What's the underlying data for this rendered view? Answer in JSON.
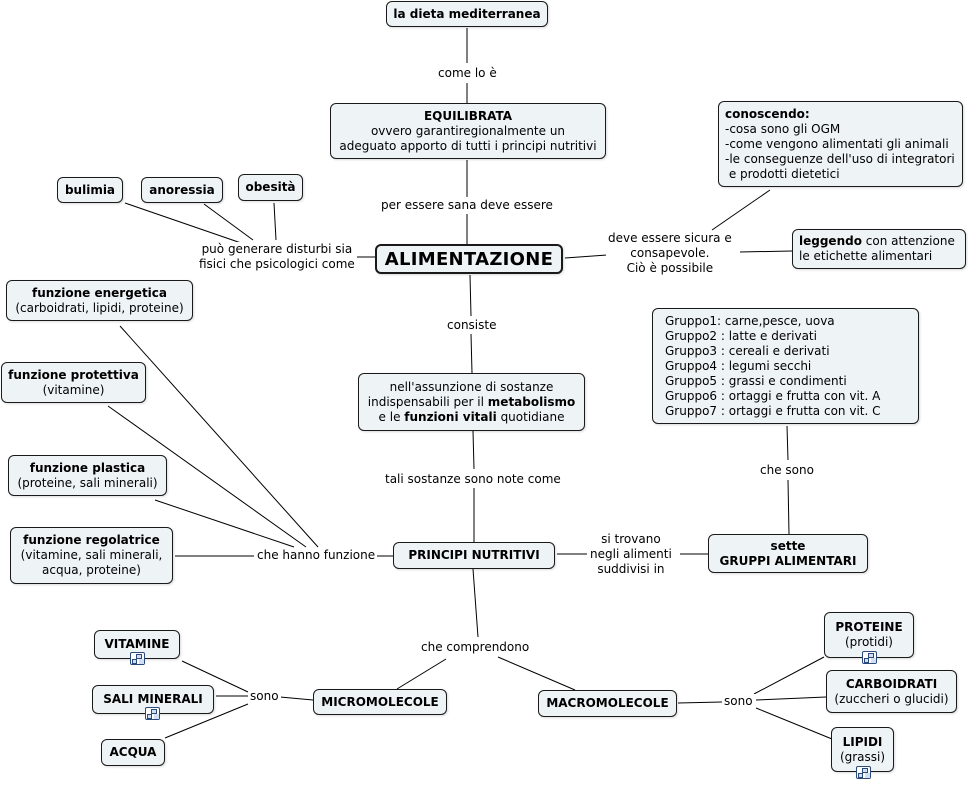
{
  "nodes": {
    "dieta": "la dieta mediterranea",
    "equilibrata_title": "EQUILIBRATA",
    "equilibrata_l1": "ovvero garantiregionalmente un",
    "equilibrata_l2": "adeguato apporto di tutti i principi nutritivi",
    "bulimia": "bulimia",
    "anoressia": "anoressia",
    "obesita": "obesità",
    "alimentazione": "ALIMENTAZIONE",
    "conoscendo_title": "conoscendo:",
    "conoscendo_l1": "-cosa sono gli OGM",
    "conoscendo_l2": "-come vengono alimentati gli animali",
    "conoscendo_l3": "-le conseguenze dell'uso di integratori",
    "conoscendo_l4": " e prodotti dietetici",
    "leggendo_bold": "leggendo",
    "leggendo_rest": " con attenzione",
    "leggendo_l2": "le etichette alimentari",
    "energetica_title": "funzione energetica",
    "energetica_sub": "(carboidrati, lipidi, proteine)",
    "protettiva_title": "funzione protettiva",
    "protettiva_sub": "(vitamine)",
    "plastica_title": "funzione plastica",
    "plastica_sub": "(proteine, sali minerali)",
    "regolatrice_title": "funzione regolatrice",
    "regolatrice_l1": "(vitamine, sali minerali,",
    "regolatrice_l2": "acqua, proteine)",
    "assunzione_l1": "nell'assunzione di sostanze",
    "assunzione_l2a": "indispensabili per il ",
    "assunzione_l2b": "metabolismo",
    "assunzione_l3a": "e le ",
    "assunzione_l3b": "funzioni vitali",
    "assunzione_l3c": " quotidiane",
    "gruppi": [
      "Gruppo1: carne,pesce, uova",
      "Gruppo2 : latte e derivati",
      "Gruppo3 : cereali e derivati",
      "Gruppo4 : legumi secchi",
      "Gruppo5 : grassi e condimenti",
      "Gruppo6 : ortaggi e frutta con vit. A",
      "Gruppo7 : ortaggi e frutta con vit. C"
    ],
    "principi": "PRINCIPI NUTRITIVI",
    "sette_l1": "sette",
    "sette_l2": "GRUPPI ALIMENTARI",
    "vitamine": "VITAMINE",
    "sali": "SALI MINERALI",
    "acqua": "ACQUA",
    "micro": "MICROMOLECOLE",
    "macro": "MACROMOLECOLE",
    "proteine_title": "PROTEINE",
    "proteine_sub": "(protidi)",
    "carbo_title": "CARBOIDRATI",
    "carbo_sub": "(zuccheri o glucidi)",
    "lipidi_title": "LIPIDI",
    "lipidi_sub": "(grassi)"
  },
  "labels": {
    "come_lo_e": "come lo è",
    "sana": "per essere sana deve essere",
    "disturbi_l1": "può generare disturbi sia",
    "disturbi_l2": "fisici che psicologici come",
    "sicura_l1": "deve essere sicura e",
    "sicura_l2": "consapevole.",
    "sicura_l3": "Ciò è possibile",
    "consiste": "consiste",
    "note_come": "tali sostanze sono note come",
    "che_sono": "che sono",
    "hanno_funzione": "che hanno funzione",
    "trovano_l1": "si trovano",
    "trovano_l2": "negli alimenti",
    "trovano_l3": "suddivisi in",
    "comprendono": "che comprendono",
    "sono_left": "sono",
    "sono_right": "sono"
  },
  "colors": {
    "node_fill": "#eef3f5",
    "border": "#1a1a1a",
    "line": "#000000"
  }
}
